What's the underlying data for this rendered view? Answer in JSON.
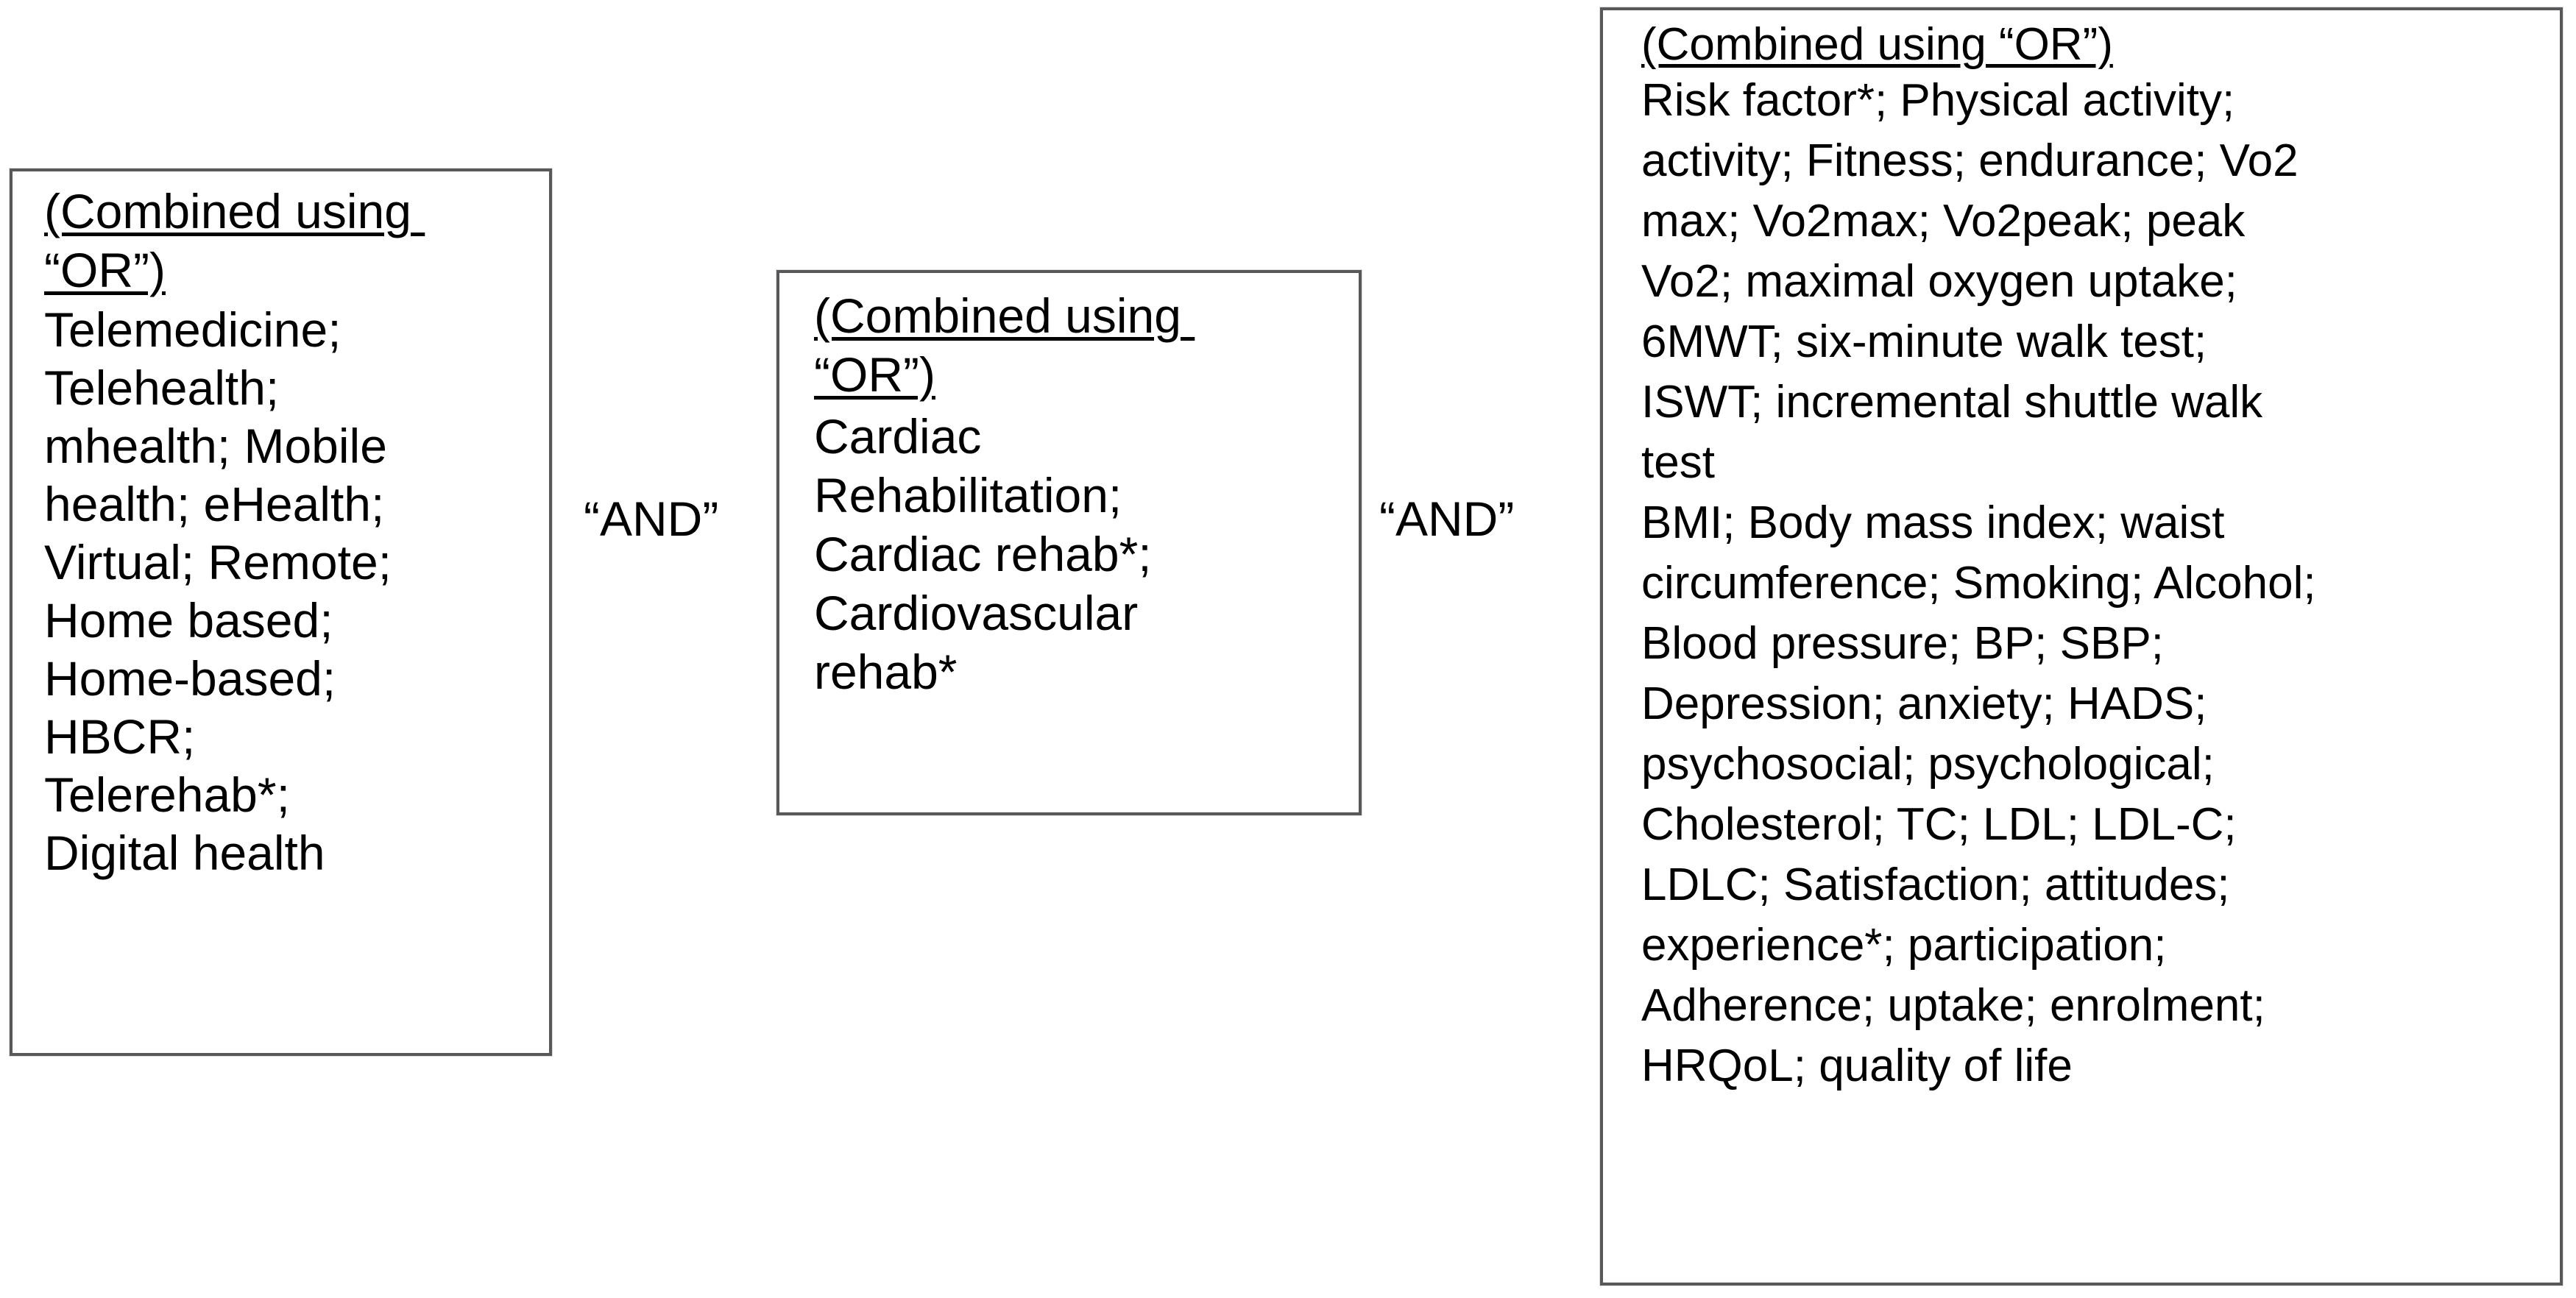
{
  "diagram": {
    "type": "search-strategy-concept-boxes",
    "boxes": [
      {
        "id": "intervention-terms",
        "heading": "(Combined using “OR”)",
        "lines": [
          "Telemedicine;",
          "Telehealth;",
          "mhealth; Mobile",
          "health; eHealth;",
          "Virtual; Remote;",
          "Home based;",
          "Home-based;",
          "HBCR;",
          "Telerehab*;",
          "Digital health"
        ]
      },
      {
        "id": "population-terms",
        "heading": "(Combined using “OR”)",
        "lines": [
          "Cardiac",
          "Rehabilitation;",
          "Cardiac rehab*;",
          "Cardiovascular",
          "rehab*"
        ]
      },
      {
        "id": "outcome-terms",
        "heading": "(Combined using “OR”)",
        "lines": [
          "Risk factor*; Physical activity;",
          "activity; Fitness; endurance; Vo2",
          "max; Vo2max; Vo2peak; peak",
          "Vo2; maximal oxygen uptake;",
          "6MWT; six-minute walk test;",
          "ISWT; incremental shuttle walk",
          "test",
          "BMI; Body mass index; waist",
          "circumference; Smoking; Alcohol;",
          "Blood pressure; BP; SBP;",
          "Depression; anxiety; HADS;",
          "psychosocial; psychological;",
          "Cholesterol; TC; LDL; LDL-C;",
          "LDLC; Satisfaction; attitudes;",
          "experience*; participation;",
          "Adherence; uptake; enrolment;",
          "HRQoL; quality of life"
        ]
      }
    ],
    "connectors": [
      {
        "id": "and-1",
        "label": "“AND”"
      },
      {
        "id": "and-2",
        "label": "“AND”"
      }
    ],
    "colors": {
      "border": "#58585a",
      "text": "#000000",
      "background": "#ffffff"
    }
  }
}
